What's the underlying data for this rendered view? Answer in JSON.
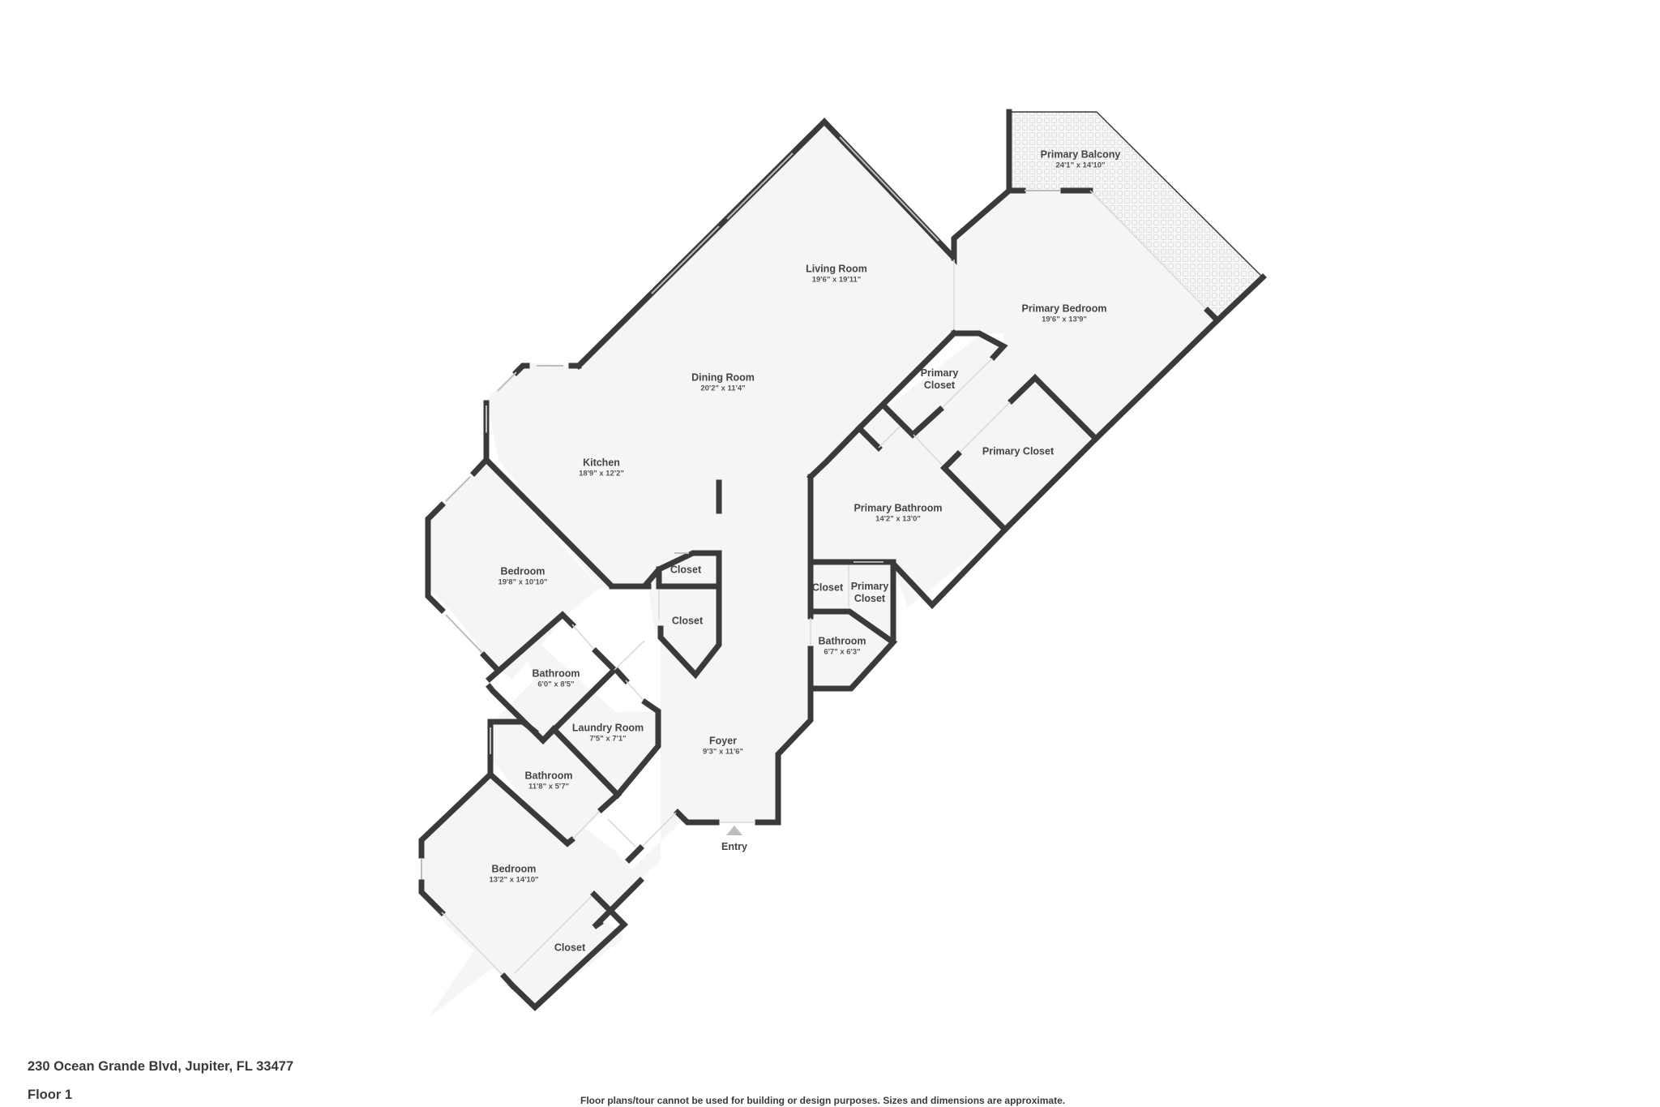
{
  "property": {
    "address": "230 Ocean Grande Blvd, Jupiter, FL 33477",
    "floor": "Floor 1",
    "disclaimer": "Floor plans/tour cannot be used for building or design purposes. Sizes and dimensions are approximate."
  },
  "colors": {
    "wall": "#3a3a3a",
    "floor_fill": "#f5f5f5",
    "background": "#ffffff",
    "balcony_pattern": "#e2e2e2",
    "entry_marker": "#bdbdbd"
  },
  "entry": {
    "label": "Entry"
  },
  "rooms": [
    {
      "id": "primary-balcony",
      "name": "Primary Balcony",
      "dims": "24'1\" x 14'10\""
    },
    {
      "id": "living-room",
      "name": "Living Room",
      "dims": "19'6\" x 19'11\""
    },
    {
      "id": "primary-bedroom",
      "name": "Primary Bedroom",
      "dims": "19'6\" x 13'9\""
    },
    {
      "id": "dining-room",
      "name": "Dining Room",
      "dims": "20'2\" x 11'4\""
    },
    {
      "id": "primary-closet-1",
      "name": "Primary Closet",
      "dims": ""
    },
    {
      "id": "kitchen",
      "name": "Kitchen",
      "dims": "18'9\" x 12'2\""
    },
    {
      "id": "primary-closet-2",
      "name": "Primary Closet",
      "dims": ""
    },
    {
      "id": "primary-bathroom",
      "name": "Primary Bathroom",
      "dims": "14'2\" x 13'0\""
    },
    {
      "id": "bedroom-1",
      "name": "Bedroom",
      "dims": "19'8\" x 10'10\""
    },
    {
      "id": "closet-1",
      "name": "Closet",
      "dims": ""
    },
    {
      "id": "closet-2",
      "name": "Closet",
      "dims": ""
    },
    {
      "id": "closet-3",
      "name": "Closet",
      "dims": ""
    },
    {
      "id": "primary-closet-3",
      "name": "Primary Closet",
      "dims": ""
    },
    {
      "id": "bathroom-1",
      "name": "Bathroom",
      "dims": "6'7\" x 6'3\""
    },
    {
      "id": "bathroom-2",
      "name": "Bathroom",
      "dims": "6'0\" x 8'5\""
    },
    {
      "id": "laundry-room",
      "name": "Laundry Room",
      "dims": "7'5\" x 7'1\""
    },
    {
      "id": "foyer",
      "name": "Foyer",
      "dims": "9'3\" x 11'6\""
    },
    {
      "id": "bathroom-3",
      "name": "Bathroom",
      "dims": "11'8\" x 5'7\""
    },
    {
      "id": "bedroom-2",
      "name": "Bedroom",
      "dims": "13'2\" x 14'10\""
    },
    {
      "id": "closet-4",
      "name": "Closet",
      "dims": ""
    }
  ]
}
